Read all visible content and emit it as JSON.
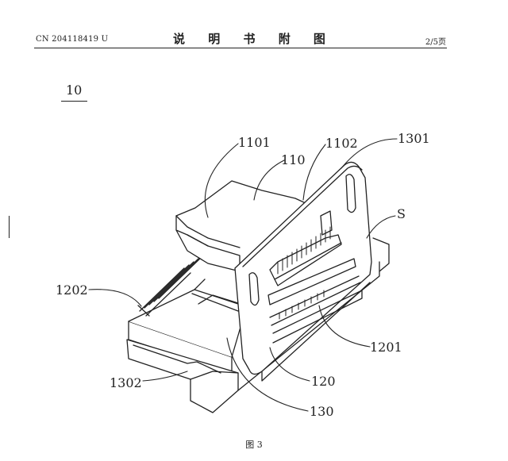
{
  "header": {
    "publication_number": "CN 204118419 U",
    "title": "说 明 书 附 图",
    "page": "2/5页"
  },
  "figure": {
    "id_label": "10",
    "caption": "图 3",
    "reference_labels": {
      "r1101": "1101",
      "r110": "110",
      "r1102": "1102",
      "r1301": "1301",
      "rS": "S",
      "r1202": "1202",
      "r1201": "1201",
      "r1302": "1302",
      "r120": "120",
      "r130": "130"
    }
  }
}
